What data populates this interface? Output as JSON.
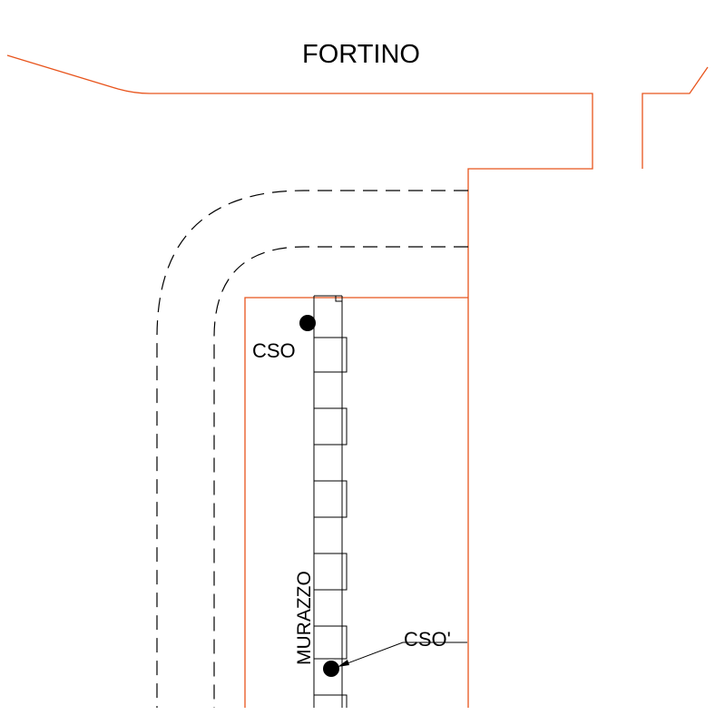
{
  "labels": {
    "fortino": "FORTINO",
    "cso": "CSO",
    "cso_prime": "CSO'",
    "murazzo": "MURAZZO"
  },
  "colors": {
    "boundary": "#e8541c",
    "ink": "#000000",
    "background": "#ffffff"
  }
}
